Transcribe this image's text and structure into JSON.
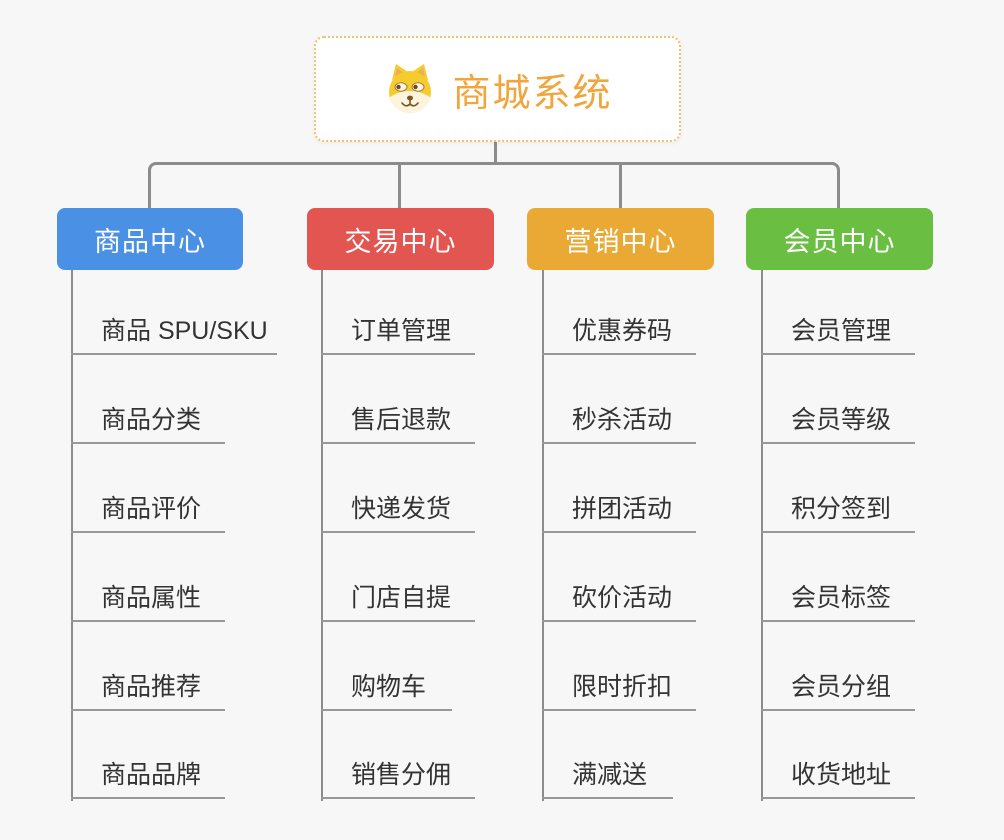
{
  "root": {
    "title": "商城系统",
    "icon": "doge-face-icon"
  },
  "branches": [
    {
      "label": "商品中心",
      "color": "#4a91e6",
      "children": [
        "商品 SPU/SKU",
        "商品分类",
        "商品评价",
        "商品属性",
        "商品推荐",
        "商品品牌"
      ]
    },
    {
      "label": "交易中心",
      "color": "#e25551",
      "children": [
        "订单管理",
        "售后退款",
        "快递发货",
        "门店自提",
        "购物车",
        "销售分佣"
      ]
    },
    {
      "label": "营销中心",
      "color": "#eaa935",
      "children": [
        "优惠券码",
        "秒杀活动",
        "拼团活动",
        "砍价活动",
        "限时折扣",
        "满减送"
      ]
    },
    {
      "label": "会员中心",
      "color": "#6abe41",
      "children": [
        "会员管理",
        "会员等级",
        "积分签到",
        "会员标签",
        "会员分组",
        "收货地址"
      ]
    }
  ],
  "colors": {
    "background": "#f7f7f7",
    "connector": "#8c8c8c",
    "leaf_underline": "#989898",
    "leaf_text": "#333333",
    "root_text": "#f0a63c",
    "root_border": "#f3c06b",
    "branch_text": "#ffffff"
  }
}
